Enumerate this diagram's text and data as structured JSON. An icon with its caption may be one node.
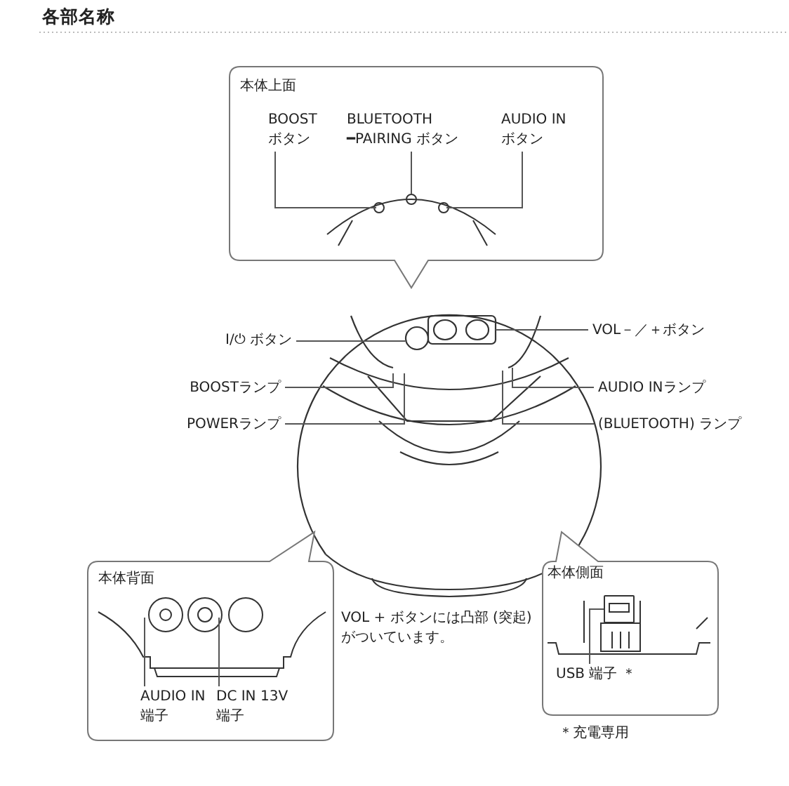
{
  "diagram": {
    "title": "各部名称",
    "nodes": [
      {
        "text": [
          "本体上面"
        ]
      },
      {
        "text": [
          "BOOST ボタン"
        ],
        "in": 0
      },
      {
        "text": [
          "BLUETOOTH ━PAIRING ボタン"
        ],
        "in": 0
      },
      {
        "text": [
          "AUDIO IN ボタン"
        ],
        "in": 0
      },
      {
        "text": [
          "I/⏻ ボタン"
        ]
      },
      {
        "text": [
          "VOL－／＋ボタン"
        ]
      },
      {
        "text": [
          "BOOSTランプ"
        ]
      },
      {
        "text": [
          "AUDIO INランプ"
        ]
      },
      {
        "text": [
          "POWERランプ"
        ]
      },
      {
        "text": [
          "(BLUETOOTH) ランプ"
        ]
      },
      {
        "text": [
          "本体背面"
        ]
      },
      {
        "text": [
          "AUDIO IN 端子"
        ],
        "in": 10
      },
      {
        "text": [
          "DC IN 13V 端子"
        ],
        "in": 10
      },
      {
        "text": [
          "本体側面"
        ]
      },
      {
        "text": [
          "USB 端子 ＊"
        ],
        "in": 13
      },
      {
        "text": [],
        "shape": "box",
        "in": 13
      }
    ],
    "edges": [
      {
        "from": 1,
        "to": null,
        "arrow": "none"
      },
      {
        "from": 2,
        "to": null,
        "arrow": "none"
      },
      {
        "from": 3,
        "to": null,
        "arrow": "none"
      },
      {
        "from": 4,
        "to": null,
        "arrow": "none"
      },
      {
        "from": 5,
        "to": null,
        "arrow": "none"
      },
      {
        "from": 6,
        "to": null,
        "arrow": "none"
      },
      {
        "from": 7,
        "to": null,
        "arrow": "none"
      },
      {
        "from": 8,
        "to": null,
        "arrow": "none"
      },
      {
        "from": 9,
        "to": null,
        "arrow": "none"
      },
      {
        "from": 11,
        "to": null,
        "arrow": "none"
      },
      {
        "from": 12,
        "to": null,
        "arrow": "none"
      },
      {
        "from": 14,
        "to": 15,
        "arrow": "none"
      }
    ],
    "labels": [
      "VOL + ボタンには凸部 (突起) がついています。",
      "＊充電専用"
    ]
  }
}
